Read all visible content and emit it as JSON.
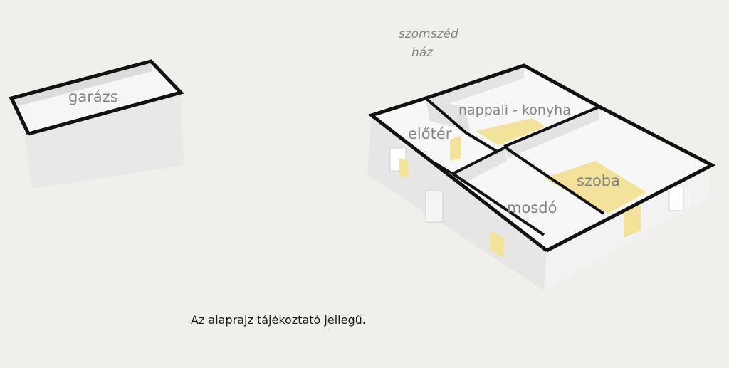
{
  "rooms": {
    "garage": "garázs",
    "living_kitchen": "nappali - konyha",
    "hallway": "előtér",
    "room": "szoba",
    "washroom": "mosdó"
  },
  "neighbor": {
    "line1": "szomszéd",
    "line2": "ház"
  },
  "note": "Az alaprajz tájékoztató jellegű.",
  "colors": {
    "background": "#f0efeb",
    "wall_fill": "#ececec",
    "wall_outline": "#111111",
    "floor_accent": "#f3e39a",
    "label": "#858585"
  }
}
